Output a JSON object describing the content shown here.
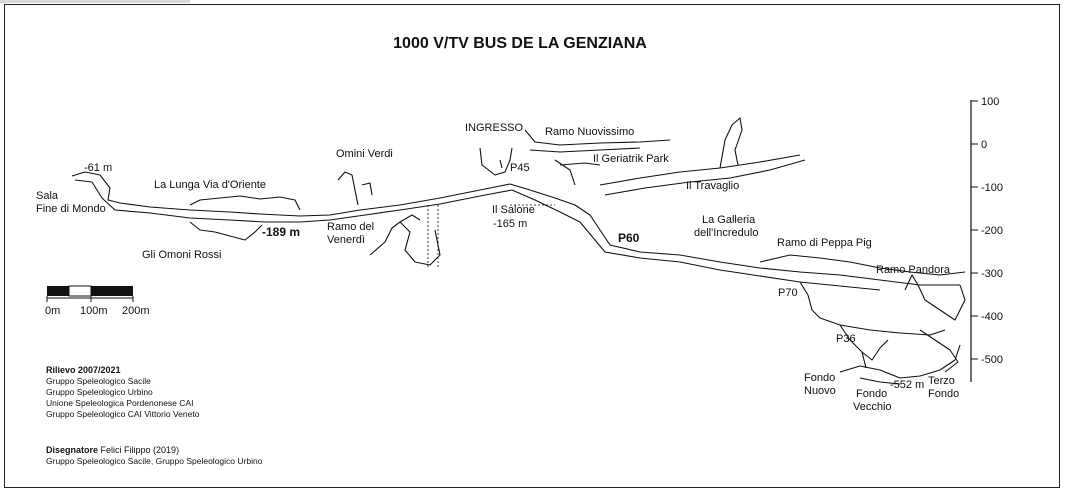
{
  "title": "1000 V/TV BUS DE LA GENZIANA",
  "labels": {
    "sala": "Sala",
    "fine_di_mondo": "Fine di Mondo",
    "minus61": "-61 m",
    "lunga_via": "La Lunga Via d'Oriente",
    "minus189": "-189 m",
    "omoni_rossi": "Gli Omoni Rossi",
    "omini_verdi": "Omini Verdi",
    "ramo_del": "Ramo del",
    "venerdi": "Venerdì",
    "ingresso": "INGRESSO",
    "ramo_nuovissimo": "Ramo Nuovissimo",
    "p45": "P45",
    "geriatrik": "Il Geriatrik Park",
    "travaglio": "Il Travaglio",
    "salone": "Il Salone",
    "minus165": "-165 m",
    "p60": "P60",
    "galleria1": "La Galleria",
    "galleria2": "dell'Incredulo",
    "peppa": "Ramo di Peppa Pig",
    "pandora": "Ramo Pandora",
    "p70": "P70",
    "p36": "P36",
    "fondo_nuovo1": "Fondo",
    "fondo_nuovo2": "Nuovo",
    "fondo_vecchio1": "Fondo",
    "fondo_vecchio2": "Vecchio",
    "minus552": "-552 m",
    "terzo1": "Terzo",
    "terzo2": "Fondo"
  },
  "depth_scale": {
    "unit": "m",
    "ticks": [
      "100",
      "0",
      "-100",
      "-200",
      "-300",
      "-400",
      "-500"
    ]
  },
  "length_scale": {
    "labels": [
      "0m",
      "100m",
      "200m"
    ]
  },
  "credits": {
    "rilievo_heading": "Rilievo 2007/2021",
    "groups": [
      "Gruppo Speleologico Sacile",
      "Gruppo Speleologico Urbino",
      "Unione Speleologica Pordenonese CAI",
      "Gruppo Speleologico CAI Vittorio Veneto"
    ],
    "disegnatore_heading": "Disegnatore",
    "disegnatore_name": "Felici Filippo (2019)",
    "disegnatore_groups": "Gruppo Speleologico Sacile, Gruppo Speleologico Urbino"
  }
}
